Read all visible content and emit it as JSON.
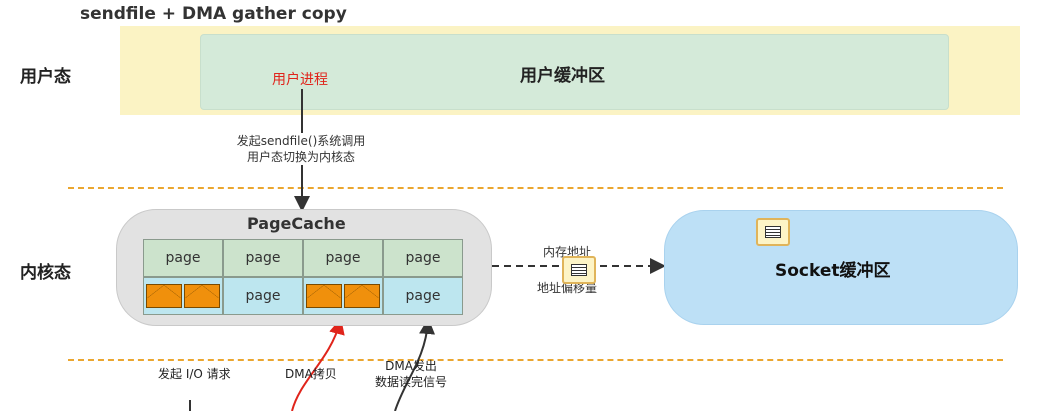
{
  "title": "sendfile + DMA gather copy",
  "lanes": {
    "user_mode": "用户态",
    "kernel_mode": "内核态"
  },
  "user_buffer": "用户缓冲区",
  "user_process": "用户进程",
  "syscall": {
    "line1": "发起sendfile()系统调用",
    "line2": "用户态切换为内核态"
  },
  "page_cache": {
    "title": "PageCache",
    "top_row": [
      "page",
      "page",
      "page",
      "page"
    ],
    "bottom_row": [
      "",
      "page",
      "",
      "page"
    ]
  },
  "transfer": {
    "memory_address": "内存地址",
    "address_offset": "地址偏移量"
  },
  "socket_buffer": "Socket缓冲区",
  "bottom": {
    "io_request": "发起 I/O 请求",
    "dma_copy": "DMA拷贝",
    "dma_signal_line1": "DMA发出",
    "dma_signal_line2": "数据读完信号"
  },
  "colors": {
    "user_band": "#fbf3c4",
    "user_buffer": "#d4ead9",
    "page_top": "#cce3cc",
    "page_bottom": "#bde6ef",
    "socket": "#bde0f6",
    "divider": "#eba62f",
    "dma_arrow": "#e0241b"
  }
}
